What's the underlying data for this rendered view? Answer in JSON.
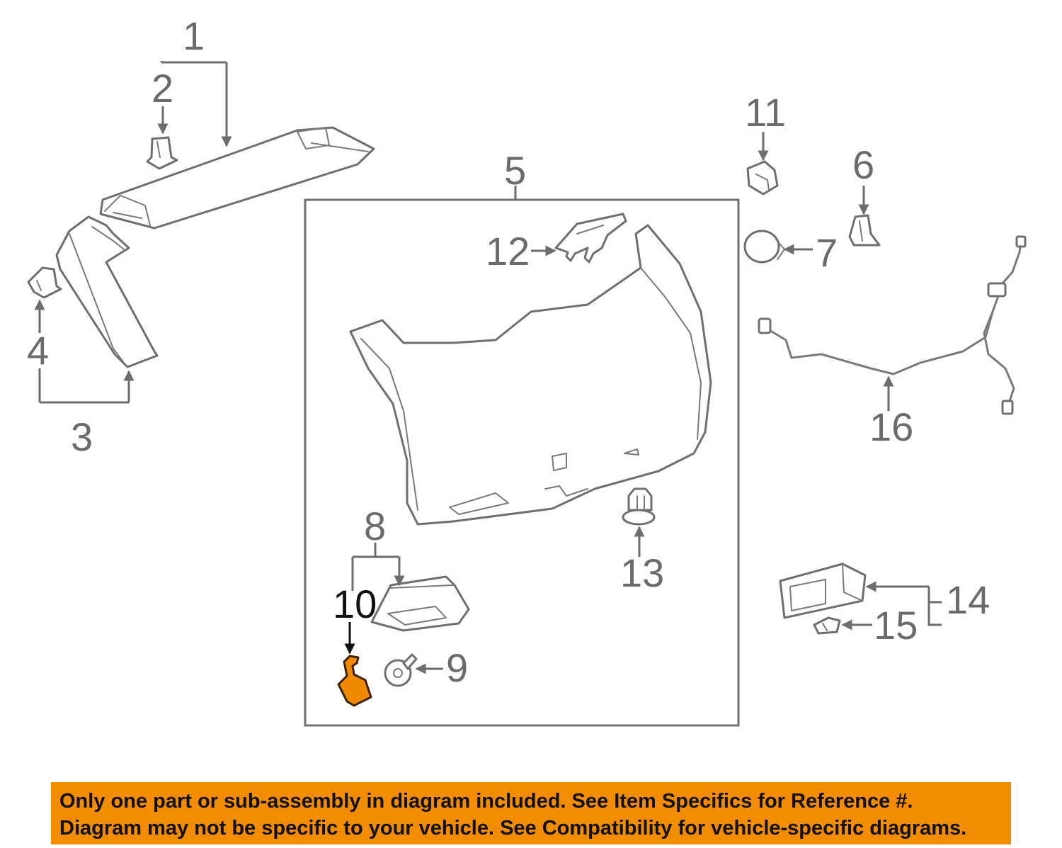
{
  "callouts": {
    "c1": "1",
    "c2": "2",
    "c3": "3",
    "c4": "4",
    "c5": "5",
    "c6": "6",
    "c7": "7",
    "c8": "8",
    "c9": "9",
    "c10": "10",
    "c11": "11",
    "c12": "12",
    "c13": "13",
    "c14": "14",
    "c15": "15",
    "c16": "16"
  },
  "highlighted_part": "10",
  "colors": {
    "highlight": "#f08a00",
    "banner": "#f28c00",
    "line": "#6f6f6f"
  },
  "banner": {
    "line1": "Only one part or sub-assembly in diagram included. See Item Specifics for Reference #.",
    "line2": "Diagram may not be specific to your vehicle. See Compatibility for vehicle-specific diagrams."
  }
}
